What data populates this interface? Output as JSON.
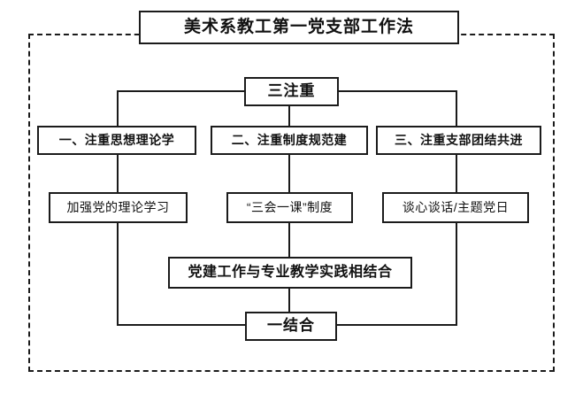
{
  "diagram": {
    "type": "org-chart",
    "title": "美术系教工第一党支部工作法",
    "frame_style": "dashed",
    "colors": {
      "line": "#1b1b1b",
      "box_border": "#1b1b1b",
      "box_fill": "#ffffff",
      "text": "#111111",
      "background": "#ffffff"
    },
    "nodes": {
      "title": "美术系教工第一党支部工作法",
      "three_focus": "三注重",
      "pillar_1": "一、注重思想理论学",
      "pillar_2": "二、注重制度规范建",
      "pillar_3": "三、注重支部团结共进",
      "child_1": "加强党的理论学习",
      "child_2": "“三会一课”制度",
      "child_3": "谈心谈话/主题党日",
      "combine_detail": "党建工作与专业教学实践相结合",
      "one_combine": "一结合"
    },
    "edges": [
      {
        "from": "three_focus",
        "to": "pillar_1"
      },
      {
        "from": "three_focus",
        "to": "pillar_2"
      },
      {
        "from": "three_focus",
        "to": "pillar_3"
      },
      {
        "from": "pillar_1",
        "to": "child_1"
      },
      {
        "from": "pillar_2",
        "to": "child_2"
      },
      {
        "from": "pillar_3",
        "to": "child_3"
      },
      {
        "from": "child_1",
        "to": "one_combine"
      },
      {
        "from": "child_2",
        "to": "combine_detail"
      },
      {
        "from": "combine_detail",
        "to": "one_combine"
      },
      {
        "from": "child_3",
        "to": "one_combine"
      }
    ]
  }
}
